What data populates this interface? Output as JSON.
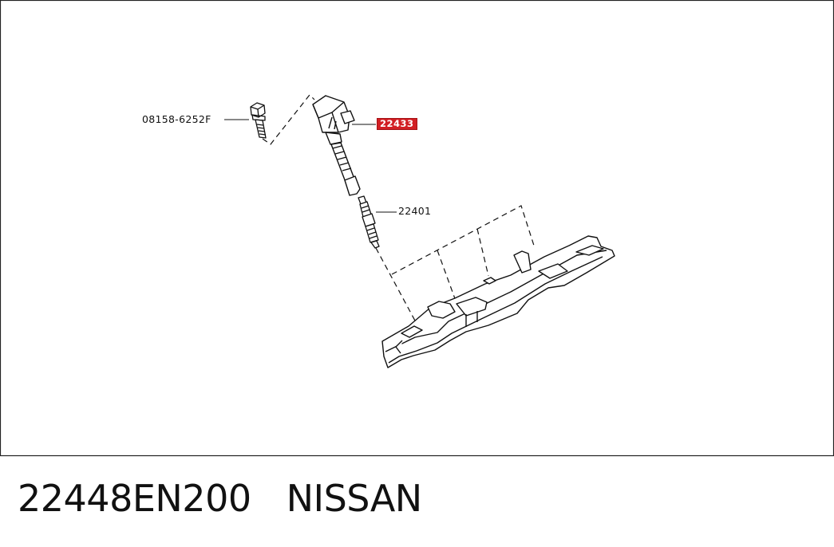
{
  "diagram": {
    "callouts": {
      "bolt": "08158-6252F",
      "coil": "22433",
      "spark_plug": "22401"
    },
    "highlight_color": "#d21e23"
  },
  "caption": {
    "part_number": "22448EN200",
    "brand": "NISSAN"
  }
}
